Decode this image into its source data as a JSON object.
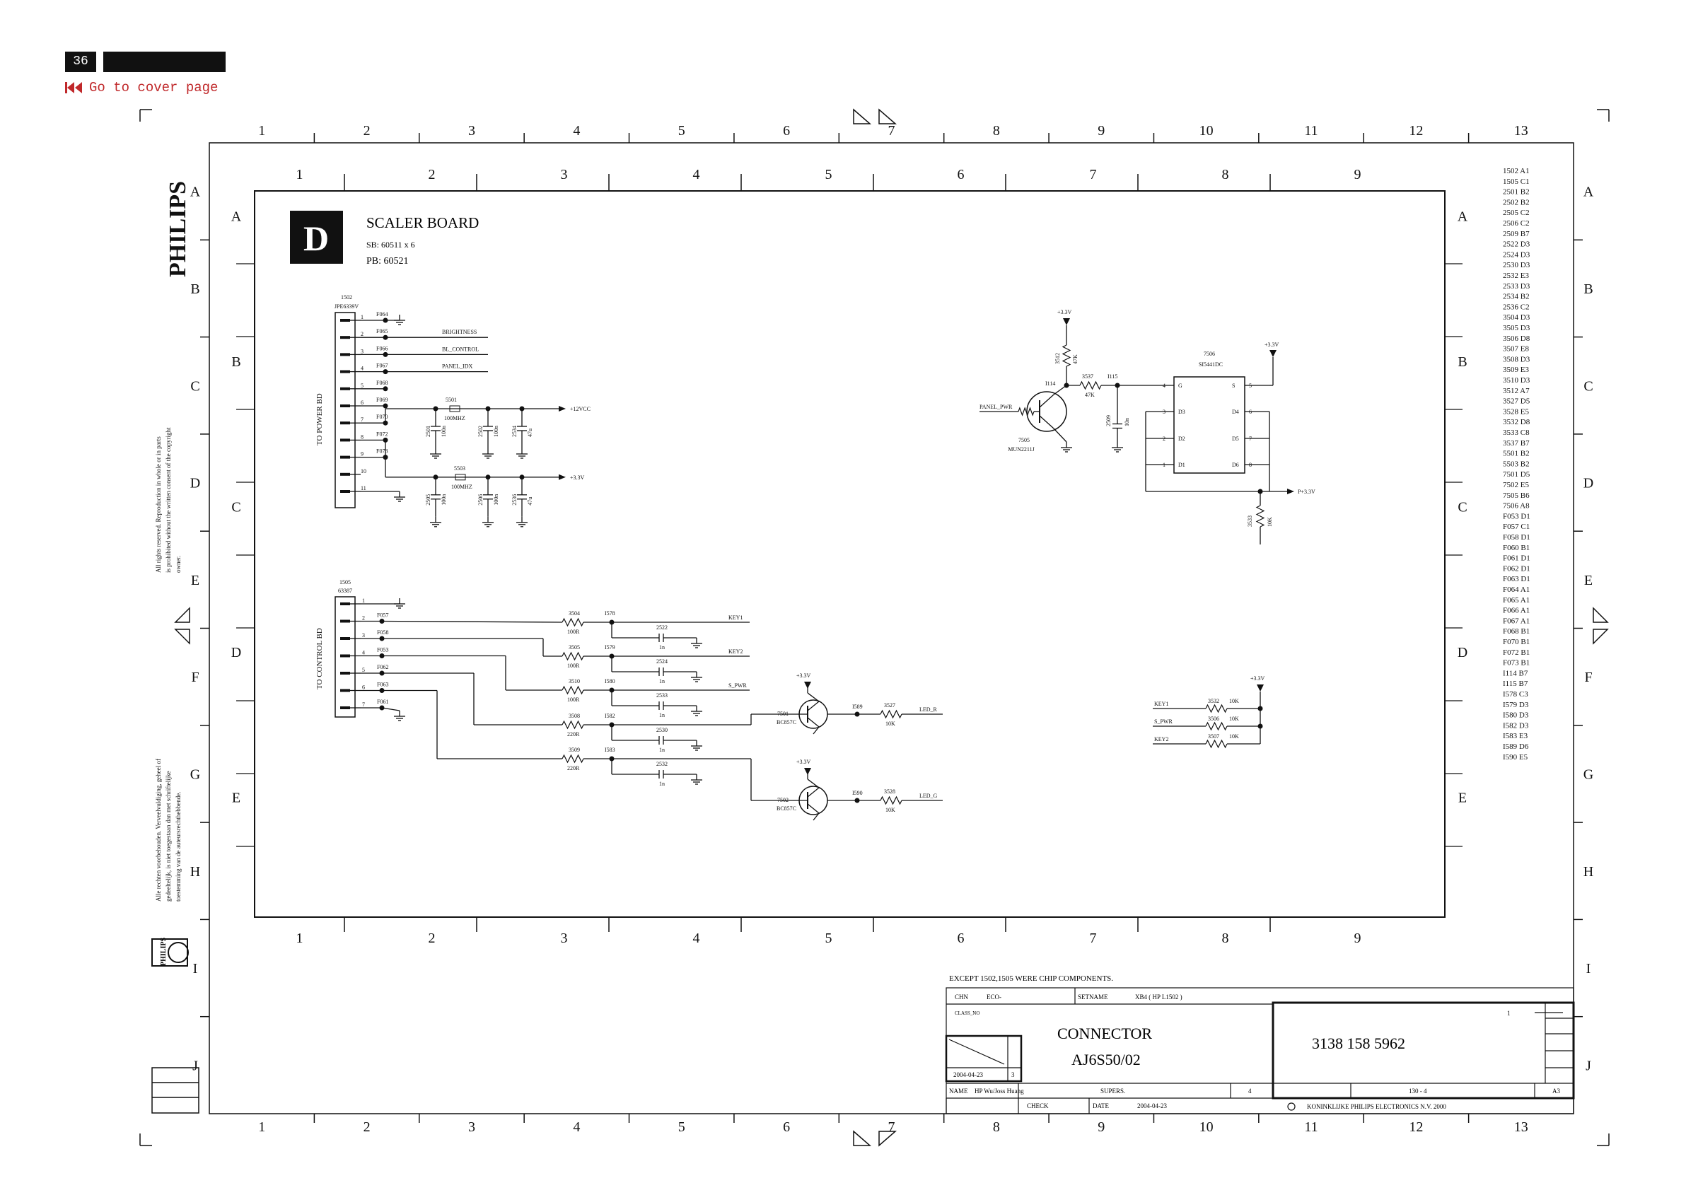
{
  "page": {
    "number": "36",
    "cover_link": "Go to cover page"
  },
  "brand": {
    "name": "PHILIPS"
  },
  "colors": {
    "link": "#c0282a",
    "ink": "#111111"
  },
  "grid": {
    "outer_cols": [
      "1",
      "2",
      "3",
      "4",
      "5",
      "6",
      "7",
      "8",
      "9",
      "10",
      "11",
      "12",
      "13"
    ],
    "outer_rows": [
      "A",
      "B",
      "C",
      "D",
      "E",
      "F",
      "G",
      "H",
      "I",
      "J"
    ],
    "inner_cols": [
      "1",
      "2",
      "3",
      "4",
      "5",
      "6",
      "7",
      "8",
      "9"
    ],
    "inner_rows": [
      "A",
      "B",
      "C",
      "D",
      "E"
    ]
  },
  "copyright": {
    "en": [
      "All rights reserved. Reproduction in whole or in parts",
      "is prohibited without the written consent of the copyright",
      "owner."
    ],
    "nl": [
      "Alle rechten voorbehouden. Verveelvuldiging, geheel of",
      "gedeeltelijk, is niet toegestaan dan met schriftelijke",
      "toestemming van de auteursrechthebbende."
    ]
  },
  "board": {
    "letter": "D",
    "title": "SCALER BOARD",
    "sb": "SB: 60511 x 6",
    "pb": "PB: 60521"
  },
  "connector1": {
    "ref": "1502",
    "part": "JPE6339V",
    "side_label": "TO POWER BD",
    "pins": [
      "1",
      "2",
      "3",
      "4",
      "5",
      "6",
      "7",
      "8",
      "9",
      "10",
      "11"
    ],
    "fuses": [
      "F064",
      "F065",
      "F066",
      "F067",
      "F068",
      "F069",
      "F070",
      "F072",
      "F073"
    ],
    "signals": [
      "BRIGHTNESS",
      "BL_CONTROL",
      "PANEL_IDX"
    ],
    "rail_12": "+12VCC",
    "rail_33": "+3.3V",
    "coil1": "5501",
    "coil1_val": "100MHZ",
    "coil2": "5503",
    "coil2_val": "100MHZ",
    "caps_top": [
      {
        "ref": "2501",
        "val": "100n"
      },
      {
        "ref": "2502",
        "val": "100n"
      },
      {
        "ref": "2534",
        "val": "47u"
      }
    ],
    "caps_bot": [
      {
        "ref": "2505",
        "val": "100n"
      },
      {
        "ref": "2506",
        "val": "100n"
      },
      {
        "ref": "2536",
        "val": "47u"
      }
    ]
  },
  "connector2": {
    "ref": "1505",
    "part": "63387",
    "side_label": "TO CONTROL BD",
    "pins": [
      "1",
      "2",
      "3",
      "4",
      "5",
      "6",
      "7"
    ],
    "fuses": [
      "F057",
      "F058",
      "F053",
      "F062",
      "F063",
      "F061"
    ],
    "rows": [
      {
        "res": "3504",
        "rval": "100R",
        "node": "I578",
        "cap": "2522",
        "cval": "1n",
        "sig": "KEY1"
      },
      {
        "res": "3505",
        "rval": "100R",
        "node": "I579",
        "cap": "2524",
        "cval": "1n",
        "sig": "KEY2"
      },
      {
        "res": "3510",
        "rval": "100R",
        "node": "I580",
        "cap": "2533",
        "cval": "1n",
        "sig": "S_PWR"
      },
      {
        "res": "3508",
        "rval": "220R",
        "node": "I582",
        "cap": "2530",
        "cval": "1n",
        "sig": ""
      },
      {
        "res": "3509",
        "rval": "220R",
        "node": "I583",
        "cap": "2532",
        "cval": "1n",
        "sig": ""
      }
    ]
  },
  "transistors": [
    {
      "ref": "7501",
      "type": "BC857C",
      "node": "I589",
      "res": "3527",
      "rval": "10K",
      "sig": "LED_R",
      "vcc": "+3.3V"
    },
    {
      "ref": "7502",
      "type": "BC857C",
      "node": "I590",
      "res": "3528",
      "rval": "10K",
      "sig": "LED_G",
      "vcc": "+3.3V"
    }
  ],
  "power_switch": {
    "vcc": "+3.3V",
    "r_pull": "3512",
    "r_pull_val": "47K",
    "node_a": "I114",
    "r_series": "3537",
    "r_series_val": "47K",
    "node_b": "I115",
    "input": "PANEL_PWR",
    "q_ref": "7505",
    "q_type": "MUN2211J",
    "cap": "2509",
    "cap_val": "10n",
    "mosfet": "7506",
    "mosfet_type": "SI5441DC",
    "pins_left": [
      "G",
      "D3",
      "D2",
      "D1"
    ],
    "pins_right": [
      "S",
      "D4",
      "D5",
      "D6"
    ],
    "pin_nums_left": [
      "4",
      "3",
      "2",
      "1"
    ],
    "pin_nums_right": [
      "5",
      "6",
      "7",
      "8"
    ],
    "vcc2": "+3.3V",
    "out": "P+3.3V",
    "r_out": "3533",
    "r_out_val": "10K"
  },
  "pullups": {
    "vcc": "+3.3V",
    "rows": [
      {
        "sig": "KEY1",
        "res": "3532",
        "val": "10K"
      },
      {
        "sig": "S_PWR",
        "res": "3506",
        "val": "10K"
      },
      {
        "sig": "KEY2",
        "res": "3507",
        "val": "10K"
      }
    ]
  },
  "index_list": [
    "1502 A1",
    "1505 C1",
    "2501 B2",
    "2502 B2",
    "2505 C2",
    "2506 C2",
    "2509 B7",
    "2522 D3",
    "2524 D3",
    "2530 D3",
    "2532 E3",
    "2533 D3",
    "2534 B2",
    "2536 C2",
    "3504 D3",
    "3505 D3",
    "3506 D8",
    "3507 E8",
    "3508 D3",
    "3509 E3",
    "3510 D3",
    "3512 A7",
    "3527 D5",
    "3528 E5",
    "3532 D8",
    "3533 C8",
    "3537 B7",
    "5501 B2",
    "5503 B2",
    "7501 D5",
    "7502 E5",
    "7505 B6",
    "7506 A8",
    "F053 D1",
    "F057 C1",
    "F058 D1",
    "F060 B1",
    "F061 D1",
    "F062 D1",
    "F063 D1",
    "F064 A1",
    "F065 A1",
    "F066 A1",
    "F067 A1",
    "F068 B1",
    "F070 B1",
    "F072 B1",
    "F073 B1",
    "I114 B7",
    "I115 B7",
    "I578 C3",
    "I579 D3",
    "I580 D3",
    "I582 D3",
    "I583 E3",
    "I589 D6",
    "I590 E5"
  ],
  "title_block": {
    "note": "EXCEPT 1502,1505  WERE CHIP COMPONENTS.",
    "chn": "CHN",
    "eco": "ECO-",
    "setname_label": "SETNAME",
    "setname": "XB4 ( HP L1502 )",
    "class_no": "CLASS_NO",
    "date1": "2004-04-23",
    "rev": "3",
    "name_label": "NAME",
    "name": "HP Wu/Joss Huang",
    "supers": "SUPERS.",
    "sheet_no": "4",
    "check": "CHECK",
    "date_label": "DATE",
    "date2": "2004-04-23",
    "title1": "CONNECTOR",
    "title2": "AJ6S50/02",
    "docnum": "3138  158  5962",
    "page_code": "130  -  4",
    "size": "A3",
    "sheet_idx": "1",
    "company": "KONINKLIJKE PHILIPS ELECTRONICS N.V.  2000"
  }
}
